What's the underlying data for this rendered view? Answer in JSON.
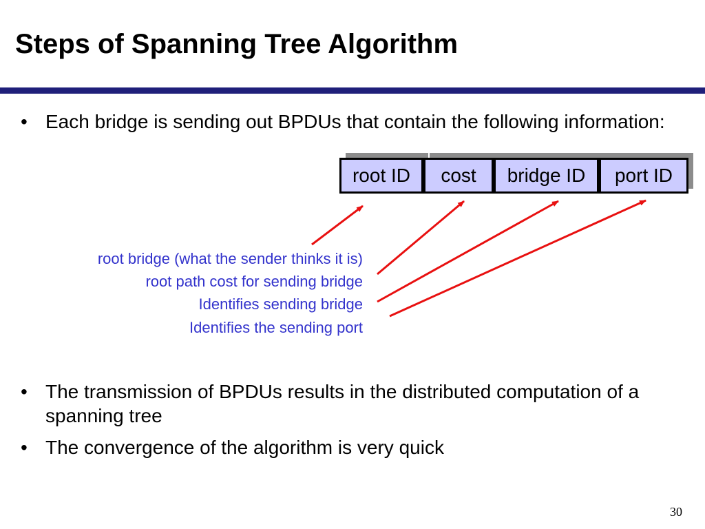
{
  "slide": {
    "title": "Steps of Spanning Tree Algorithm",
    "page_number": "30"
  },
  "bullets": [
    {
      "marker": "•",
      "text": "Each bridge is sending out BPDUs that contain the following information:"
    },
    {
      "marker": "•",
      "text": "The transmission of BPDUs results in the distributed computation of a spanning tree"
    },
    {
      "marker": "•",
      "text": "The convergence of the algorithm is very quick"
    }
  ],
  "bpdu_fields": [
    "root ID",
    "cost",
    "bridge ID",
    "port ID"
  ],
  "annotations": [
    "root bridge (what the sender thinks it is)",
    "root path cost for sending bridge",
    "Identifies sending bridge",
    "Identifies the sending port"
  ],
  "colors": {
    "title_rule": "#1f1f7a",
    "field_fill": "#ccccff",
    "annotation_text": "#3333cc",
    "arrow": "#e81010"
  }
}
